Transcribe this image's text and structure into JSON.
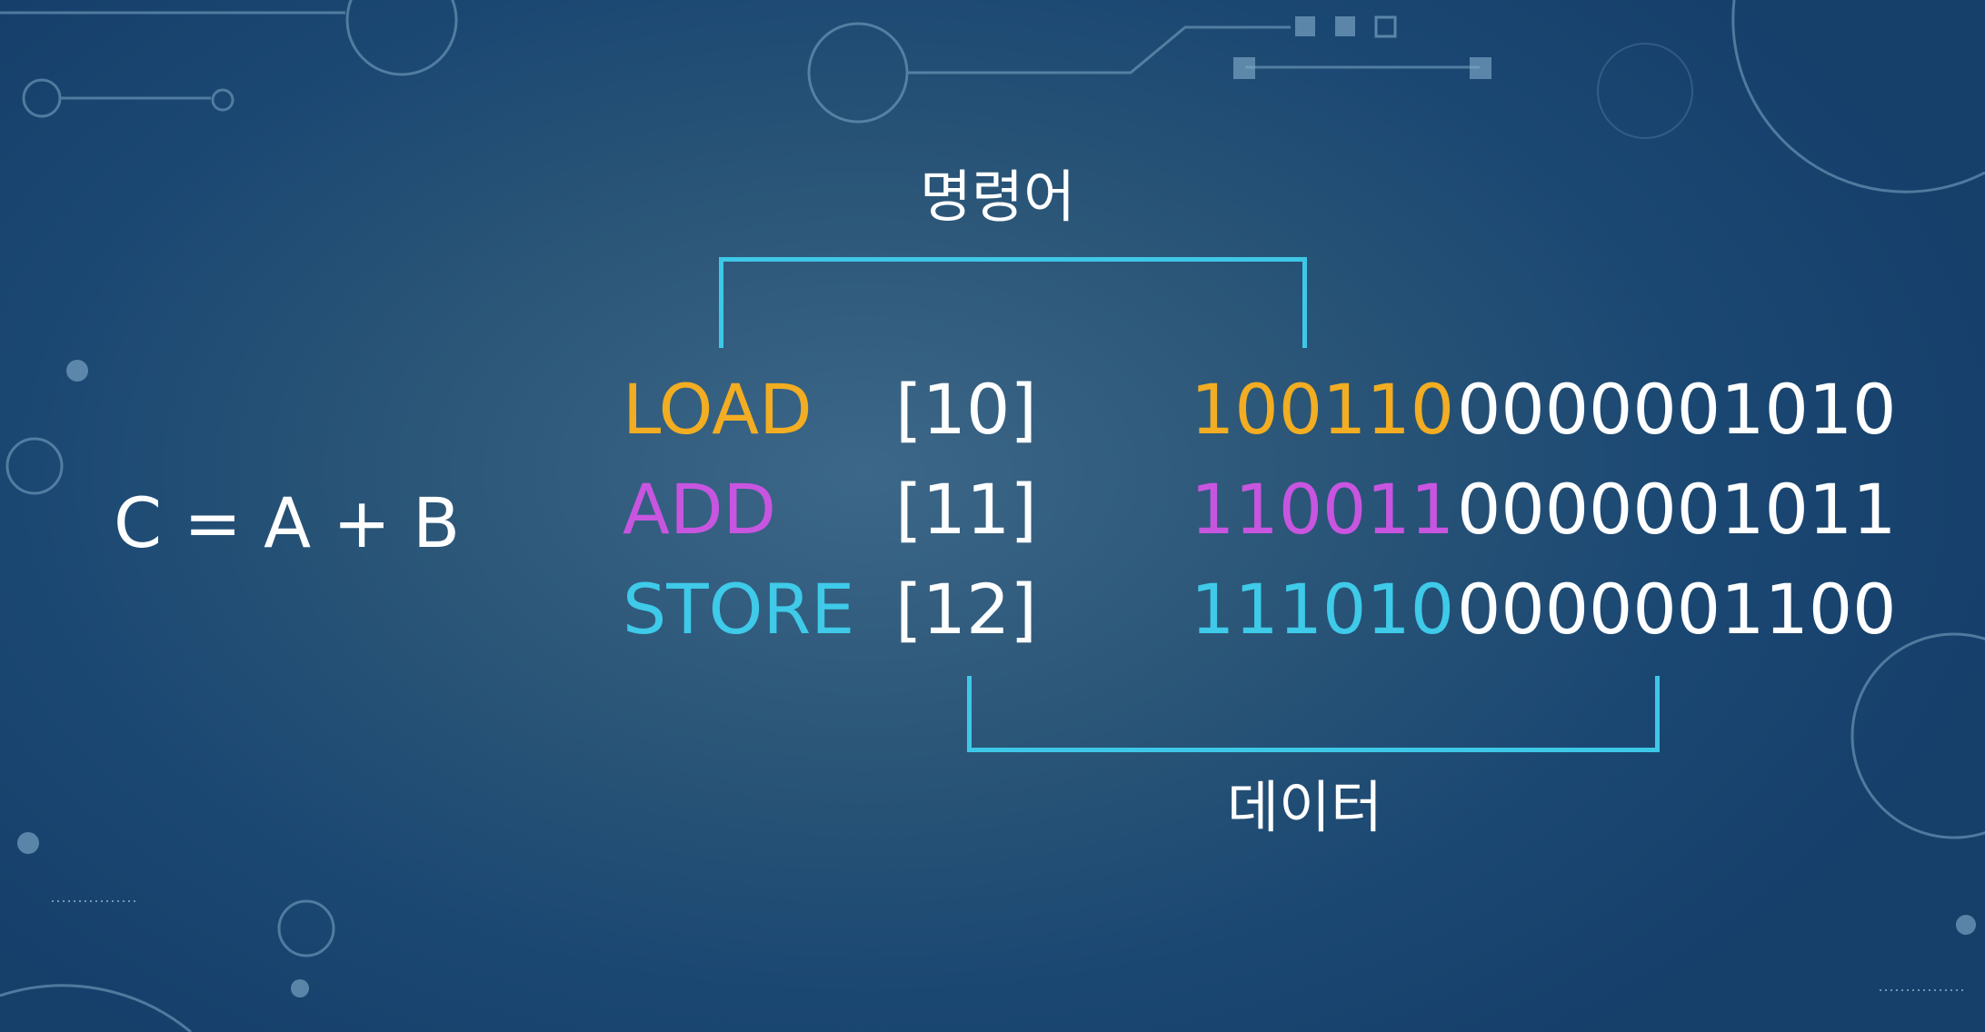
{
  "equation": "C = A + B",
  "instruction_label": "명령어",
  "data_label": "데이터",
  "rows": [
    {
      "mnemonic": "LOAD",
      "operand": "[10]",
      "opcode_bits": "100110",
      "data_bits": "0000001010",
      "color": "#f2ad22"
    },
    {
      "mnemonic": "ADD",
      "operand": "[11]",
      "opcode_bits": "110011",
      "data_bits": "0000001011",
      "color": "#c855e0"
    },
    {
      "mnemonic": "STORE",
      "operand": "[12]",
      "opcode_bits": "111010",
      "data_bits": "0000001100",
      "color": "#3ecae8"
    }
  ],
  "colors": {
    "bracket": "#3ec8e8",
    "text": "#ffffff",
    "decor": "#7fa9c8"
  }
}
